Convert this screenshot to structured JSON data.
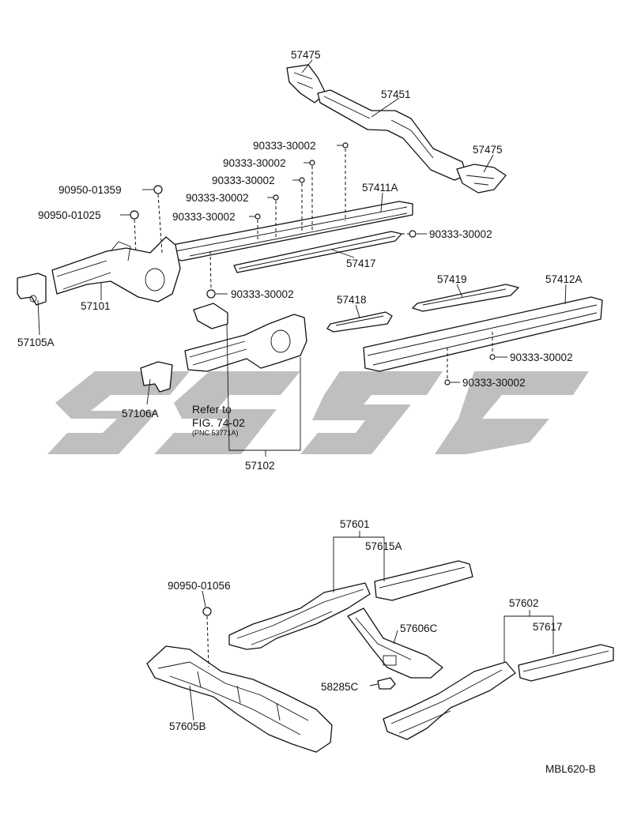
{
  "diagram_code": "MBL620-B",
  "reference_note": {
    "line1": "Refer to",
    "line2": "FIG. 74-02",
    "line3": "(PNC 53771A)"
  },
  "labels": {
    "p57475_top": "57475",
    "p57451": "57451",
    "p57475_right": "57475",
    "p57411A": "57411A",
    "p57417": "57417",
    "p57412A": "57412A",
    "p57419": "57419",
    "p57418": "57418",
    "p57101": "57101",
    "p57105A": "57105A",
    "p57106A": "57106A",
    "p57102": "57102",
    "c_90950_01359": "90950-01359",
    "c_90950_01025": "90950-01025",
    "c_90333_a": "90333-30002",
    "c_90333_b": "90333-30002",
    "c_90333_c": "90333-30002",
    "c_90333_d": "90333-30002",
    "c_90333_e": "90333-30002",
    "c_90333_f": "90333-30002",
    "c_90333_g": "90333-30002",
    "c_90333_h": "90333-30002",
    "c_90333_i": "90333-30002",
    "p57601": "57601",
    "p57615A": "57615A",
    "c_90950_01056": "90950-01056",
    "p57606C": "57606C",
    "p57602": "57602",
    "p57617": "57617",
    "p58285C": "58285C",
    "p57605B": "57605B"
  }
}
